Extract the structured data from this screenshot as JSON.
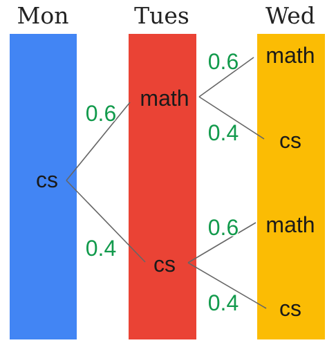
{
  "days": [
    {
      "label": "Mon",
      "color": "#4285f4"
    },
    {
      "label": "Tues",
      "color": "#ea4335"
    },
    {
      "label": "Wed",
      "color": "#fbbc04"
    }
  ],
  "nodes": {
    "mon_cs": "cs",
    "tue_math": "math",
    "tue_cs": "cs",
    "wed_math_1": "math",
    "wed_cs_1": "cs",
    "wed_math_2": "math",
    "wed_cs_2": "cs"
  },
  "edges": {
    "mon_cs_to_tue_math": "0.6",
    "mon_cs_to_tue_cs": "0.4",
    "tue_math_to_wed_math": "0.6",
    "tue_math_to_wed_cs": "0.4",
    "tue_cs_to_wed_math": "0.6",
    "tue_cs_to_wed_cs": "0.4"
  },
  "colors": {
    "probability": "#129a4c",
    "edge": "#666666"
  }
}
